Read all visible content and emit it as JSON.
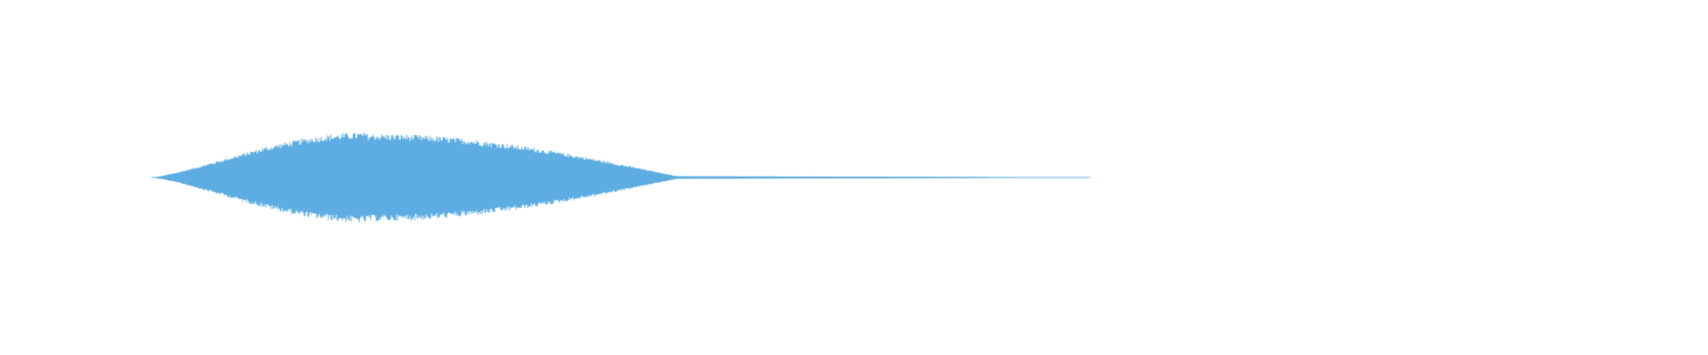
{
  "waveform": {
    "color": "#5dade2",
    "background": "#ffffff",
    "shape": "sound waveform envelope: ramps up, peaks, decays to a long thin tail",
    "peak_amplitude": 1.0,
    "tail_amplitude": 0.03,
    "fractions": {
      "start": 0.0,
      "peak": 0.23,
      "main_end": 0.56,
      "end": 1.0
    }
  }
}
